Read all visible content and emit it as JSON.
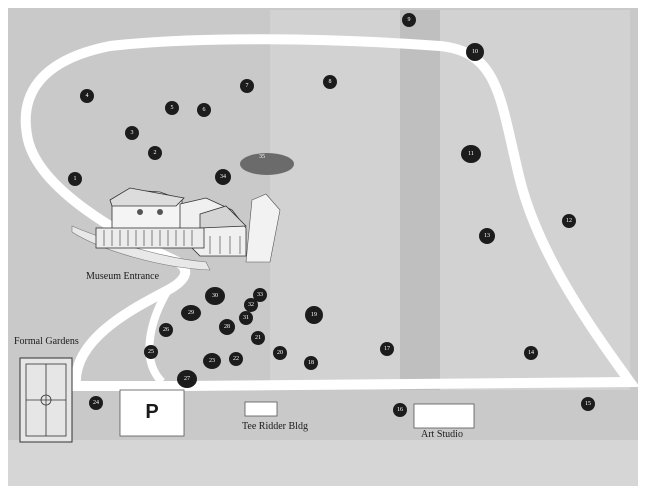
{
  "labels": {
    "museum_entrance": "Museum Entrance",
    "formal_gardens": "Formal Gardens",
    "tee_ridder": "Tee Ridder Bldg",
    "art_studio": "Art Studio",
    "parking": "P"
  },
  "markers": [
    "1",
    "2",
    "3",
    "4",
    "5",
    "6",
    "7",
    "8",
    "9",
    "10",
    "11",
    "12",
    "13",
    "14",
    "15",
    "16",
    "17",
    "18",
    "19",
    "20",
    "21",
    "22",
    "23",
    "24",
    "25",
    "26",
    "27",
    "28",
    "29",
    "30",
    "31",
    "32",
    "33",
    "34",
    "35"
  ],
  "colors": {
    "ground": "#c9c9c9",
    "road": "#ffffff",
    "marker": "#1c1c1c",
    "pond": "#6b6b6b"
  }
}
